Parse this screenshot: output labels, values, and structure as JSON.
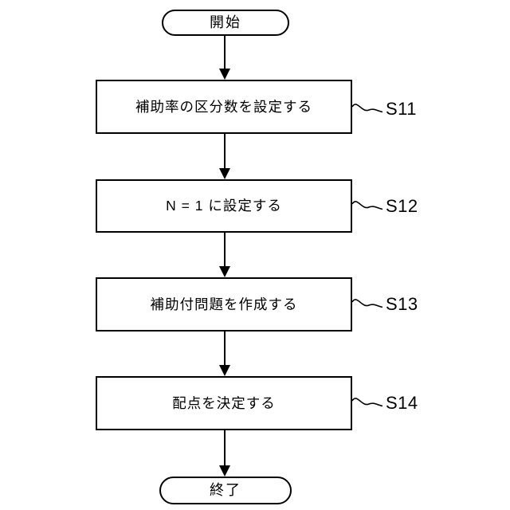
{
  "diagram": {
    "type": "flowchart",
    "direction": "top-down",
    "start": {
      "label": "開始"
    },
    "end": {
      "label": "終了"
    },
    "steps": [
      {
        "id": "S11",
        "label": "補助率の区分数を設定する"
      },
      {
        "id": "S12",
        "label": "N = 1 に設定する"
      },
      {
        "id": "S13",
        "label": "補助付問題を作成する"
      },
      {
        "id": "S14",
        "label": "配点を決定する"
      }
    ],
    "flow_order": [
      "開始",
      "S11",
      "S12",
      "S13",
      "S14",
      "終了"
    ],
    "colors": {
      "line": "#000000",
      "text": "#000000",
      "node_fill": "#ffffff",
      "background": "#ffffff"
    }
  }
}
